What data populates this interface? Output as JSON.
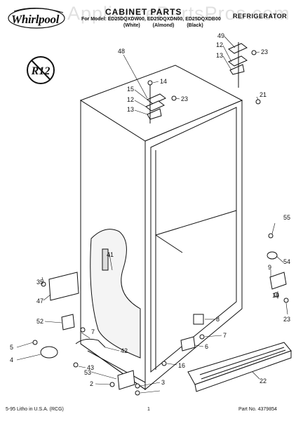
{
  "header": {
    "brand": "Whirlpool",
    "watermark": "AppliancePartsPros.com",
    "title": "CABINET PARTS",
    "appliance": "REFRIGERATOR",
    "models": "For Model: ED25DQXDW00, ED25DQXDN00, ED25DQXDB00",
    "colors": "(White) (Almond) (Black)"
  },
  "badge": "R12",
  "callouts": {
    "c48": "48",
    "c14": "14",
    "c15": "15",
    "c12a": "12",
    "c13a": "13",
    "c23a": "23",
    "c49": "49",
    "c12b": "12",
    "c13b": "13",
    "c23b": "23",
    "c21": "21",
    "c55": "55",
    "c54": "54",
    "c9": "9",
    "c16a": "16",
    "c23c": "23",
    "c41": "41",
    "c35": "35",
    "c47": "47",
    "c52": "52",
    "c7a": "7",
    "c5": "5",
    "c4": "4",
    "c42": "42",
    "c43": "43",
    "c53": "53",
    "c2": "2",
    "c3": "3",
    "c8": "8",
    "c7b": "7",
    "c6": "6",
    "c16b": "16",
    "c22": "22"
  },
  "footer": {
    "litho": "5-95 Litho in U.S.A. (RCG)",
    "page": "1",
    "part_no": "Part No. 4379854"
  }
}
